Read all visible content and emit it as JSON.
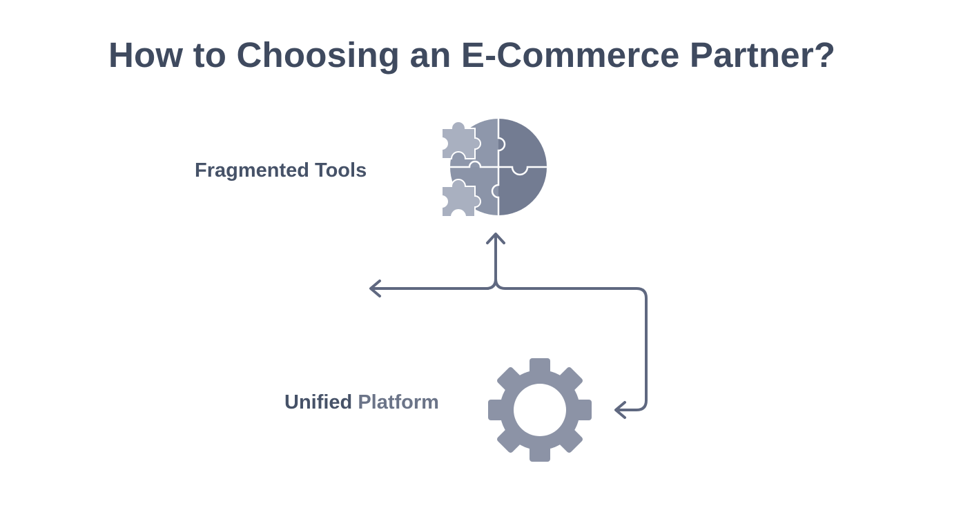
{
  "title": "How to Choosing an E-Commerce Partner?",
  "nodes": {
    "fragmented": {
      "label": "Fragmented Tools",
      "icon": "puzzle-icon"
    },
    "unified": {
      "label_part1": "Unified",
      "label_part2": "Platform",
      "icon": "gear-icon"
    }
  },
  "colors": {
    "title": "#3f4a5f",
    "label": "#465268",
    "label_muted": "#6b7488",
    "connector": "#5f6880",
    "puzzle_dark": "#747d93",
    "puzzle_mid": "#8b94a8",
    "puzzle_light": "#a9b0c0",
    "gear": "#8c93a6"
  }
}
